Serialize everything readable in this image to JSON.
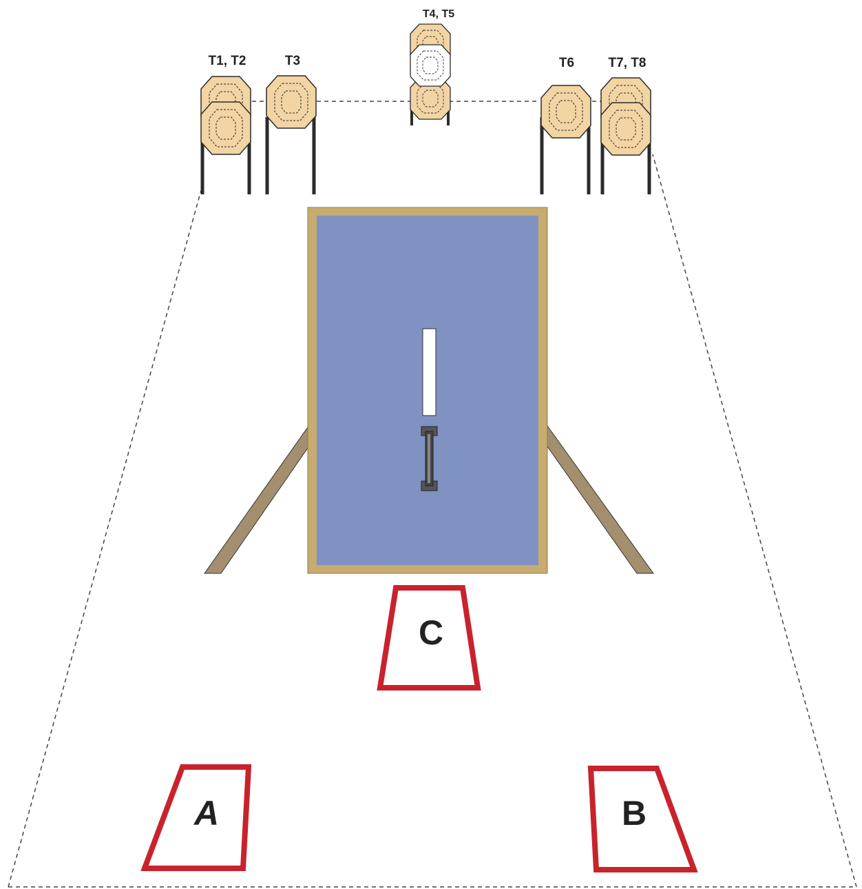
{
  "targets": [
    {
      "id": "t1-t2",
      "label": "T1, T2",
      "stack": "double",
      "faces": [
        "steel",
        "steel"
      ]
    },
    {
      "id": "t3",
      "label": "T3",
      "stack": "single",
      "faces": [
        "steel"
      ]
    },
    {
      "id": "t4-t5",
      "label": "T4, T5",
      "stack": "triple",
      "faces": [
        "steel",
        "paper",
        "steel"
      ]
    },
    {
      "id": "t6",
      "label": "T6",
      "stack": "single",
      "faces": [
        "steel"
      ]
    },
    {
      "id": "t7-t8",
      "label": "T7, T8",
      "stack": "double",
      "faces": [
        "steel",
        "steel"
      ]
    }
  ],
  "shooting_boxes": [
    {
      "id": "c",
      "label": "C"
    },
    {
      "id": "a",
      "label": "A"
    },
    {
      "id": "b",
      "label": "B"
    }
  ],
  "props": {
    "barricade": "table-with-frame",
    "items_on_table": [
      "white-board",
      "rifle"
    ]
  },
  "colors": {
    "target_face": "#f3d4a3",
    "paper_face": "#ffffff",
    "legs": "#2b2b2b",
    "table_frame": "#c8ab6e",
    "table_surface": "#7f92c1",
    "table_legs": "#a38f6e",
    "box_outline": "#c8232c",
    "dashed_line": "#444444"
  }
}
